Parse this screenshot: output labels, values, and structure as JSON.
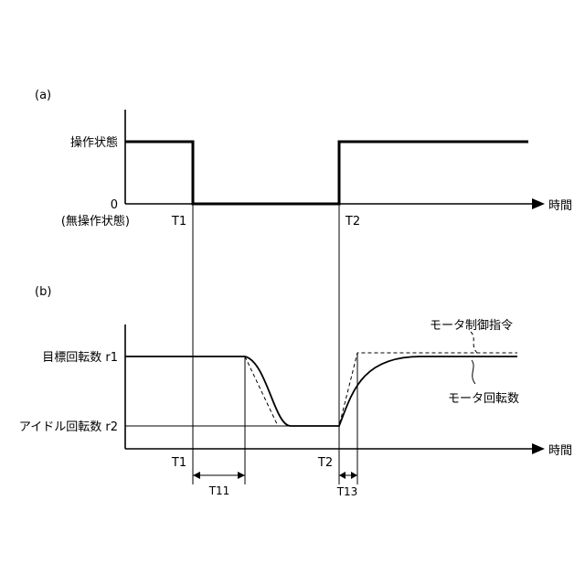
{
  "panel_a": {
    "label": "(a)",
    "y_high_label": "操作状態",
    "y_zero_label": "0",
    "y_zero_sublabel": "(無操作状態)",
    "x_axis_label": "時間",
    "time_marks": [
      "T1",
      "T2"
    ]
  },
  "panel_b": {
    "label": "(b)",
    "y_r1_label": "目標回転数 r1",
    "y_r2_label": "アイドル回転数 r2",
    "x_axis_label": "時間",
    "time_marks": [
      "T1",
      "T2"
    ],
    "interval_t11": "T11",
    "interval_t13": "T13",
    "legend_command": "モータ制御指令",
    "legend_speed": "モータ回転数"
  }
}
